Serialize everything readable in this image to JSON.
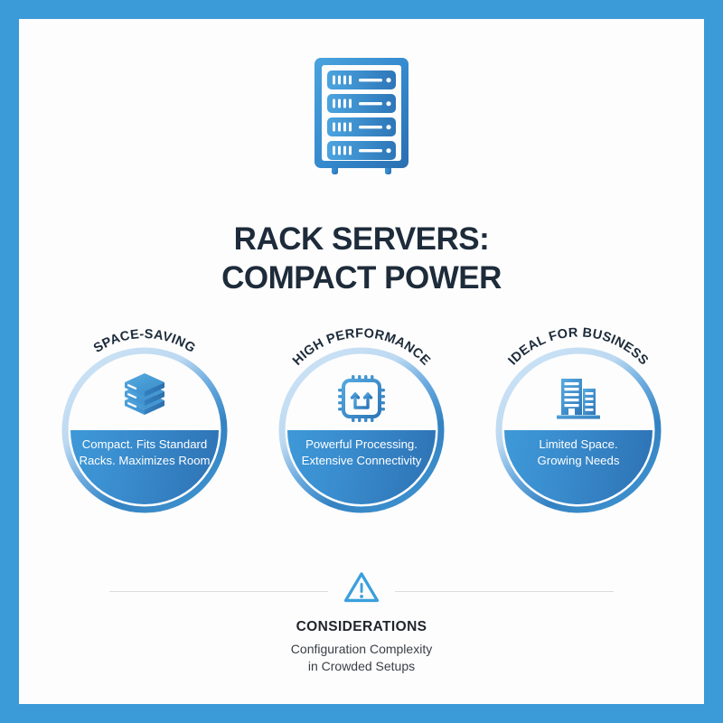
{
  "frame": {
    "border_color": "#3b9ad8",
    "background": "#fdfdfd"
  },
  "hero": {
    "icon": "server-rack-icon",
    "units": 4
  },
  "title": {
    "line1": "RACK SERVERS:",
    "line2": "COMPACT POWER",
    "color": "#1d2b3a"
  },
  "cards": [
    {
      "arc_label": "SPACE-SAVING",
      "icon": "stacked-servers-icon",
      "text_line1": "Compact. Fits Standard",
      "text_line2": "Racks. Maximizes Room"
    },
    {
      "arc_label": "HIGH PERFORMANCE",
      "icon": "cpu-chip-icon",
      "text_line1": "Powerful Processing.",
      "text_line2": "Extensive Connectivity"
    },
    {
      "arc_label": "IDEAL FOR BUSINESS",
      "icon": "office-building-icon",
      "text_line1": "Limited Space.",
      "text_line2": "Growing Needs"
    }
  ],
  "footer": {
    "icon": "warning-triangle-icon",
    "heading": "CONSIDERATIONS",
    "sub_line1": "Configuration Complexity",
    "sub_line2": "in Crowded Setups",
    "divider_color": "#dcdcdc"
  },
  "colors": {
    "brand_blue": "#3b9ad8",
    "deep_blue": "#2d72b4",
    "light_ring": "#cbe3f5",
    "navy_text": "#1d2b3a",
    "white": "#ffffff"
  }
}
